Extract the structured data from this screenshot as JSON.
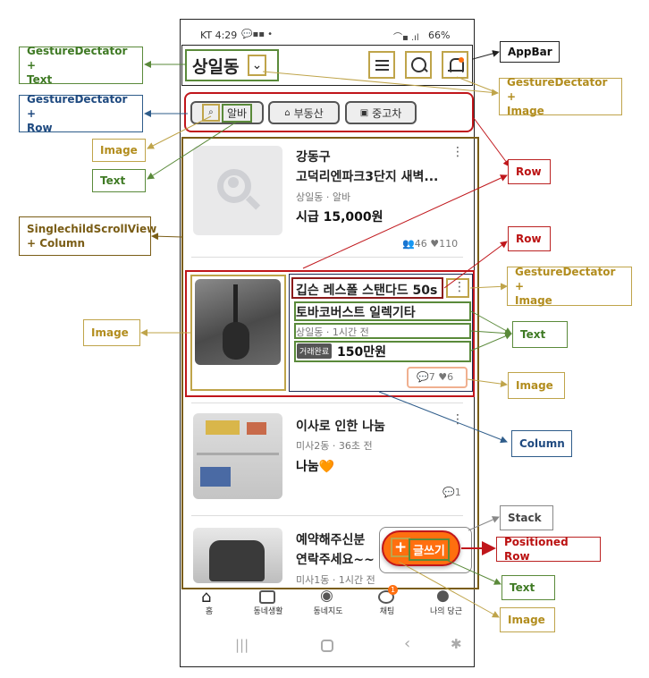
{
  "status_bar": {
    "time": "KT 4:29",
    "battery": "66%"
  },
  "app_bar": {
    "location": "상일동"
  },
  "chips": [
    {
      "label": "알바",
      "icon": "search-person-icon"
    },
    {
      "label": "부동산",
      "icon": "house-icon"
    },
    {
      "label": "중고차",
      "icon": "car-icon"
    }
  ],
  "items": [
    {
      "title_line1": "강동구",
      "title_line2": "고덕리엔파크3단지 새벽...",
      "meta": "상일동 · 알바",
      "price": "시급 15,000원",
      "people": "46",
      "likes": "110"
    },
    {
      "title_line1": "깁슨 레스폴 스탠다드 50s",
      "title_line2": "토바코버스트 일렉기타",
      "meta": "상일동 · 1시간 전",
      "badge": "거래완료",
      "price": "150만원",
      "comments": "7",
      "likes": "6"
    },
    {
      "title_line1": "이사로 인한 나눔",
      "meta": "미사2동 · 36초 전",
      "price": "나눔🧡",
      "comments": "1"
    },
    {
      "title_line1": "예약해주신분",
      "title_line2": "연락주세요~~",
      "meta": "미사1동 · 1시간 전"
    }
  ],
  "fab": {
    "plus": "+",
    "label": "글쓰기"
  },
  "chat_badge": "1",
  "bottom_nav": [
    "홈",
    "동네생활",
    "동네지도",
    "채팅",
    "나의 당근"
  ],
  "annotations": {
    "gd_text": "GestureDectator  +\nText",
    "appbar": "AppBar",
    "gd_image_top": "GestureDectator  +\nImage",
    "gd_row": "GestureDectator  +\nRow",
    "image_chip": "Image",
    "text_chip": "Text",
    "row_chips": "Row",
    "scrollview": "SinglechildScrollView\n+ Column",
    "row_item": "Row",
    "gd_image_item": "GestureDectator  +\nImage",
    "image_left": "Image",
    "text_item": "Text",
    "image_counts": "Image",
    "column": "Column",
    "stack": "Stack",
    "positioned_row": "Positioned Row",
    "text_fab": "Text",
    "image_fab": "Image"
  },
  "colors": {
    "green": "#5a8a3a",
    "olive": "#b28d1e",
    "blue": "#2e5c8a",
    "red": "#c0161b",
    "fab": "#ff6f0f"
  }
}
